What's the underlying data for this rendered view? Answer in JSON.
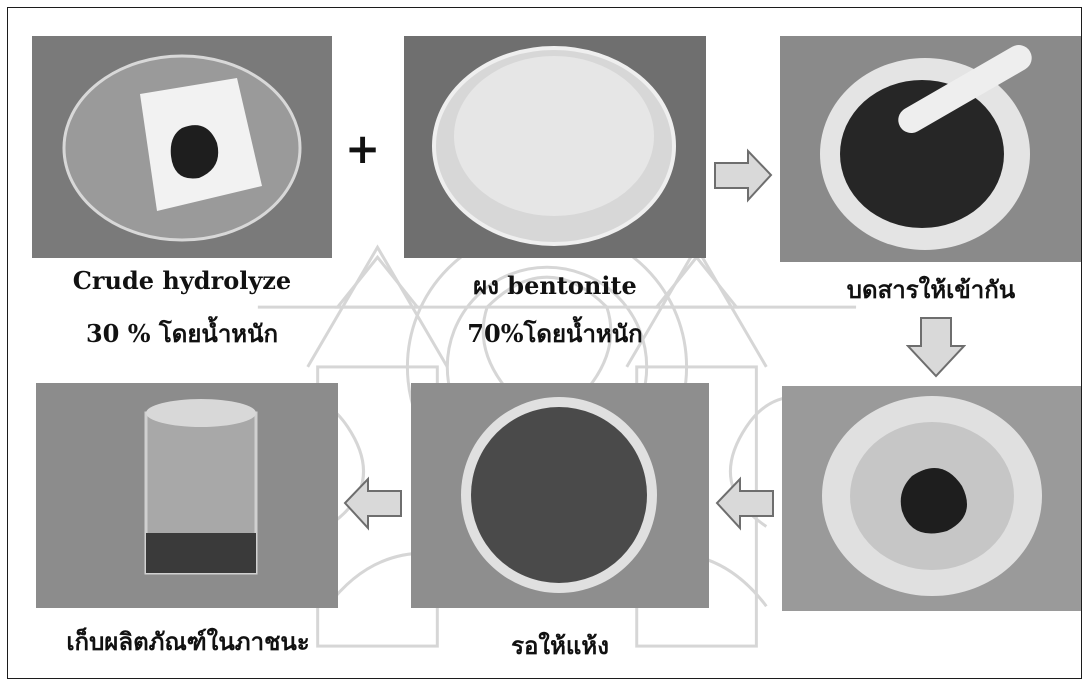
{
  "steps": [
    {
      "id": "crude",
      "caption_line1": "Crude hydrolyze",
      "caption_line2": "30 % โดยน้ำหนัก"
    },
    {
      "id": "bentonite",
      "caption_line1": "ผง bentonite",
      "caption_line2": "70%โดยน้ำหนัก"
    },
    {
      "id": "grind",
      "caption_line1": "บดสารให้เข้ากัน"
    },
    {
      "id": "mixed",
      "caption_line1": ""
    },
    {
      "id": "dry",
      "caption_line1": "รอให้แห้ง"
    },
    {
      "id": "store",
      "caption_line1": "เก็บผลิตภัณฑ์ในภาชนะ"
    }
  ],
  "plus_sign": "+",
  "colors": {
    "border": "#1c1c1c",
    "arrow_fill": "#d9d9d9",
    "arrow_stroke": "#6e6e6e",
    "watermark": "#c8c8c8"
  }
}
